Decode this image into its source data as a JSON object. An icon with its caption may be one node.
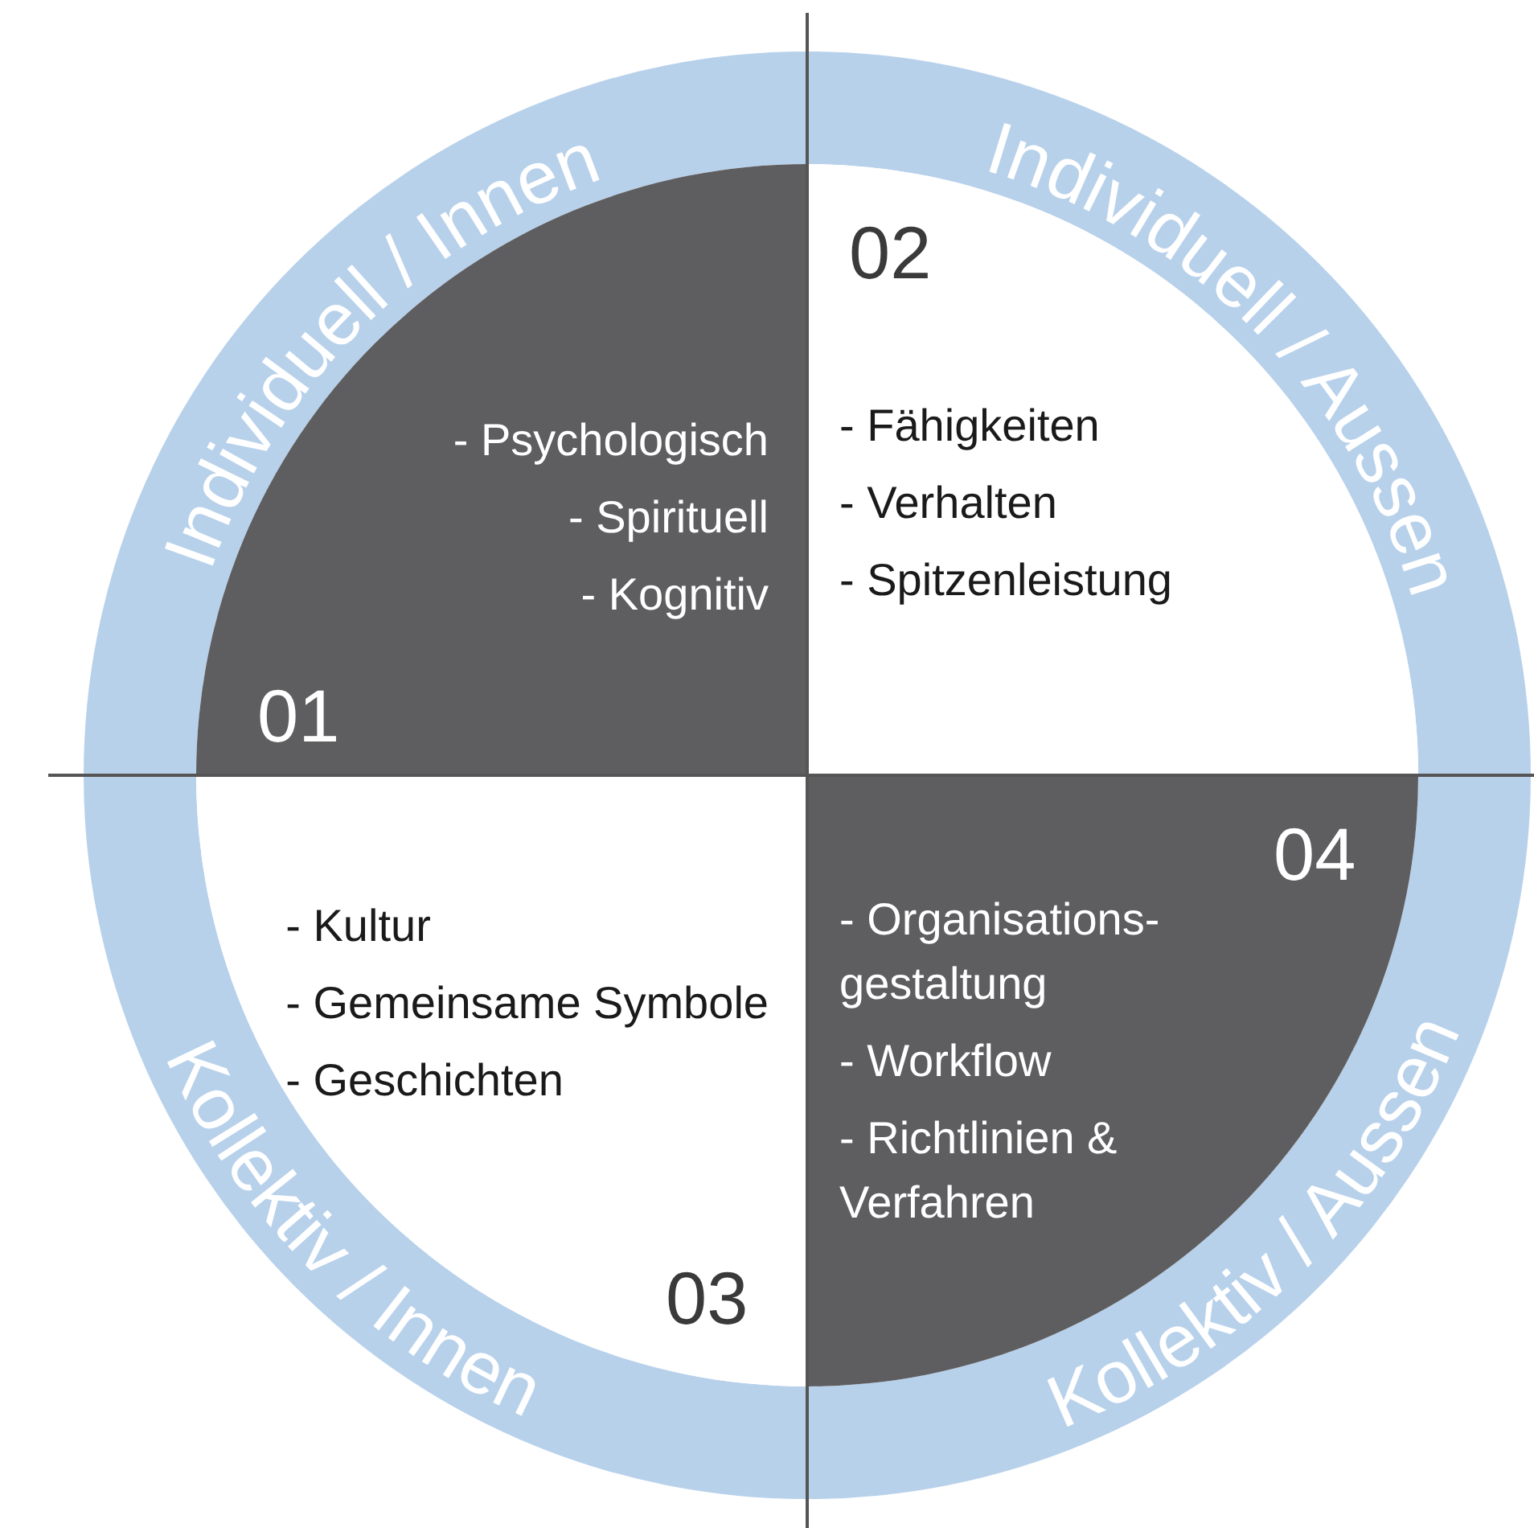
{
  "diagram": {
    "nodes": [
      {
        "text": [
          "01",
          "- Psychologisch",
          "- Spirituell",
          "- Kognitiv"
        ]
      },
      {
        "text": [
          "02",
          "- Fähigkeiten",
          "- Verhalten",
          "- Spitzenleistung"
        ]
      },
      {
        "text": [
          "03",
          "- Kultur",
          "- Gemeinsame Symbole",
          "- Geschichten"
        ]
      },
      {
        "text": [
          "04",
          "- Organisations- gestaltung",
          "- Workflow",
          "- Richtlinien & Verfahren"
        ]
      }
    ],
    "labels": [
      "Individuell / Innen",
      "Individuell / Aussen",
      "Kollektiv / Innen",
      "Kollektiv / Aussen"
    ]
  }
}
